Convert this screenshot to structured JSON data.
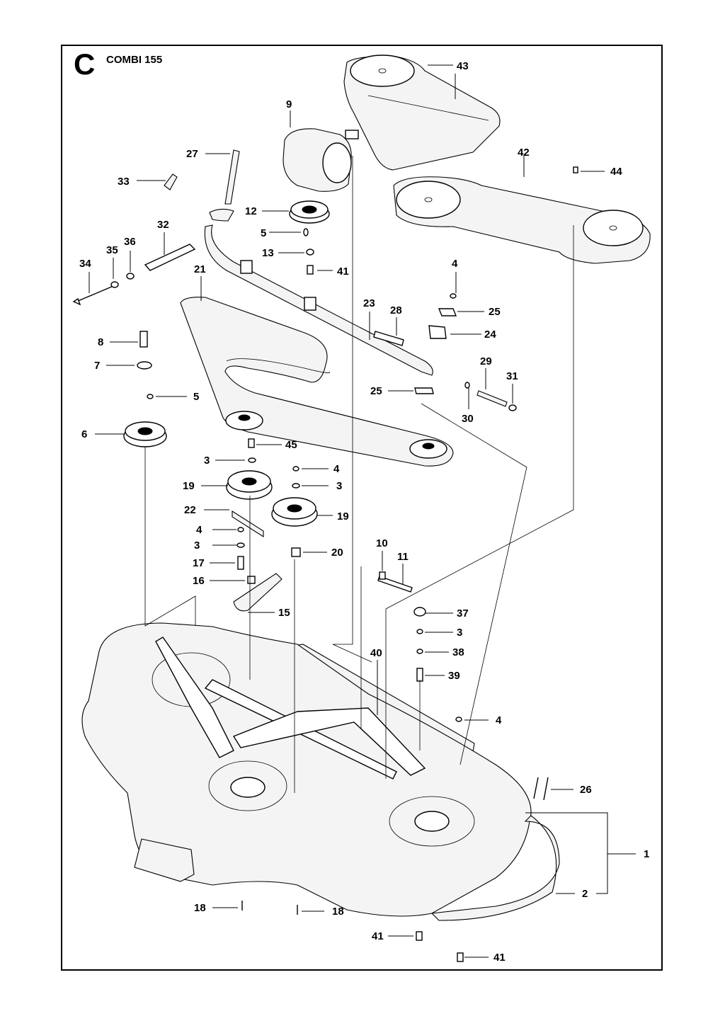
{
  "header": {
    "section_letter": "C",
    "model": "COMBI 155"
  },
  "callouts": {
    "c1": "1",
    "c2": "2",
    "c3a": "3",
    "c3b": "3",
    "c3c": "3",
    "c3d": "3",
    "c4a": "4",
    "c4b": "4",
    "c4c": "4",
    "c4d": "4",
    "c5a": "5",
    "c5b": "5",
    "c6": "6",
    "c7": "7",
    "c8": "8",
    "c9": "9",
    "c10": "10",
    "c11": "11",
    "c12": "12",
    "c13": "13",
    "c15": "15",
    "c16": "16",
    "c17": "17",
    "c18a": "18",
    "c18b": "18",
    "c19a": "19",
    "c19b": "19",
    "c20": "20",
    "c21": "21",
    "c22": "22",
    "c23": "23",
    "c24": "24",
    "c25a": "25",
    "c25b": "25",
    "c26": "26",
    "c27": "27",
    "c28": "28",
    "c29": "29",
    "c30": "30",
    "c31": "31",
    "c32": "32",
    "c33": "33",
    "c34": "34",
    "c35": "35",
    "c36": "36",
    "c37": "37",
    "c38": "38",
    "c39": "39",
    "c40": "40",
    "c41a": "41",
    "c41b": "41",
    "c41c": "41",
    "c42": "42",
    "c43": "43",
    "c44": "44",
    "c45": "45"
  }
}
